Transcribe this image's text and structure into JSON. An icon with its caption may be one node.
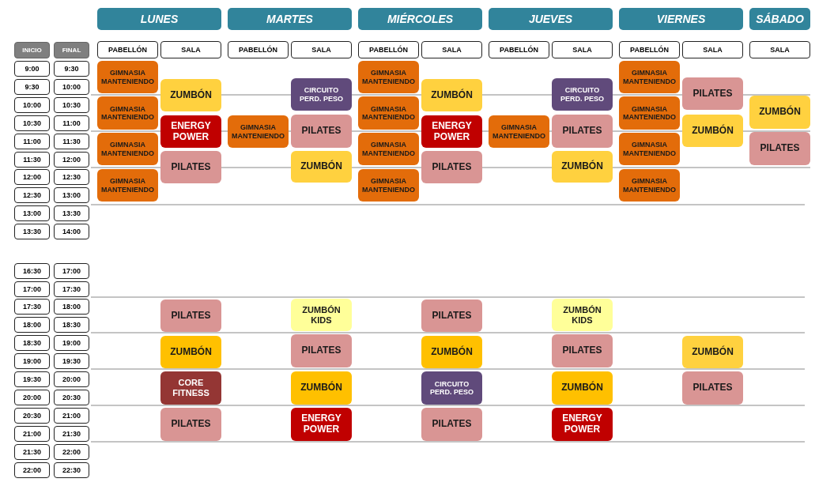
{
  "diagram": {
    "nodes": [
      {
        "text": [
          "LUNES"
        ]
      },
      {
        "text": [
          "MARTES"
        ]
      },
      {
        "text": [
          "MIÉRCOLES"
        ]
      },
      {
        "text": [
          "JUEVES"
        ]
      },
      {
        "text": [
          "VIERNES"
        ]
      },
      {
        "text": [
          "SÁBADO"
        ]
      },
      {
        "text": [
          "INICIO"
        ]
      },
      {
        "text": [
          "FINAL"
        ]
      },
      {
        "text": [
          "PABELLÓN"
        ]
      },
      {
        "text": [
          "SALA"
        ]
      },
      {
        "text": [
          "PABELLÓN"
        ]
      },
      {
        "text": [
          "SALA"
        ]
      },
      {
        "text": [
          "PABELLÓN"
        ]
      },
      {
        "text": [
          "SALA"
        ]
      },
      {
        "text": [
          "PABELLÓN"
        ]
      },
      {
        "text": [
          "SALA"
        ]
      },
      {
        "text": [
          "PABELLÓN"
        ]
      },
      {
        "text": [
          "SALA"
        ]
      },
      {
        "text": [
          "SALA"
        ]
      },
      {
        "text": [
          "9:00"
        ]
      },
      {
        "text": [
          "9:30"
        ]
      },
      {
        "text": [
          "9:30"
        ]
      },
      {
        "text": [
          "10:00"
        ]
      },
      {
        "text": [
          "10:00"
        ]
      },
      {
        "text": [
          "10:30"
        ]
      },
      {
        "text": [
          "10:30"
        ]
      },
      {
        "text": [
          "11:00"
        ]
      },
      {
        "text": [
          "11:00"
        ]
      },
      {
        "text": [
          "11:30"
        ]
      },
      {
        "text": [
          "11:30"
        ]
      },
      {
        "text": [
          "12:00"
        ]
      },
      {
        "text": [
          "12:00"
        ]
      },
      {
        "text": [
          "12:30"
        ]
      },
      {
        "text": [
          "12:30"
        ]
      },
      {
        "text": [
          "13:00"
        ]
      },
      {
        "text": [
          "13:00"
        ]
      },
      {
        "text": [
          "13:30"
        ]
      },
      {
        "text": [
          "13:30"
        ]
      },
      {
        "text": [
          "14:00"
        ]
      },
      {
        "text": [
          "16:30"
        ]
      },
      {
        "text": [
          "17:00"
        ]
      },
      {
        "text": [
          "17:00"
        ]
      },
      {
        "text": [
          "17:30"
        ]
      },
      {
        "text": [
          "17:30"
        ]
      },
      {
        "text": [
          "18:00"
        ]
      },
      {
        "text": [
          "18:00"
        ]
      },
      {
        "text": [
          "18:30"
        ]
      },
      {
        "text": [
          "18:30"
        ]
      },
      {
        "text": [
          "19:00"
        ]
      },
      {
        "text": [
          "19:00"
        ]
      },
      {
        "text": [
          "19:30"
        ]
      },
      {
        "text": [
          "19:30"
        ]
      },
      {
        "text": [
          "20:00"
        ]
      },
      {
        "text": [
          "20:00"
        ]
      },
      {
        "text": [
          "20:30"
        ]
      },
      {
        "text": [
          "20:30"
        ]
      },
      {
        "text": [
          "21:00"
        ]
      },
      {
        "text": [
          "21:00"
        ]
      },
      {
        "text": [
          "21:30"
        ]
      },
      {
        "text": [
          "21:30"
        ]
      },
      {
        "text": [
          "22:00"
        ]
      },
      {
        "text": [
          "22:00"
        ]
      },
      {
        "text": [
          "22:30"
        ]
      },
      {
        "text": [
          "GIMNASIA MANTENIENDO"
        ]
      },
      {
        "text": [
          "GIMNASIA MANTENIENDO"
        ]
      },
      {
        "text": [
          "GIMNASIA MANTENIENDO"
        ]
      },
      {
        "text": [
          "GIMNASIA MANTENIENDO"
        ]
      },
      {
        "text": [
          "ZUMBÓN"
        ]
      },
      {
        "text": [
          "ENERGY POWER"
        ]
      },
      {
        "text": [
          "PILATES"
        ]
      },
      {
        "text": [
          "PILATES"
        ]
      },
      {
        "text": [
          "ZUMBÓN"
        ]
      },
      {
        "text": [
          "CORE FITNESS"
        ]
      },
      {
        "text": [
          "PILATES"
        ]
      },
      {
        "text": [
          "GIMNASIA MANTENIENDO"
        ]
      },
      {
        "text": [
          "CIRCUITO PERD. PESO"
        ]
      },
      {
        "text": [
          "PILATES"
        ]
      },
      {
        "text": [
          "ZUMBÓN"
        ]
      },
      {
        "text": [
          "ZUMBÓN KIDS"
        ]
      },
      {
        "text": [
          "PILATES"
        ]
      },
      {
        "text": [
          "ZUMBÓN"
        ]
      },
      {
        "text": [
          "ENERGY POWER"
        ]
      },
      {
        "text": [
          "GIMNASIA MANTENIENDO"
        ]
      },
      {
        "text": [
          "GIMNASIA MANTENIENDO"
        ]
      },
      {
        "text": [
          "GIMNASIA MANTENIENDO"
        ]
      },
      {
        "text": [
          "GIMNASIA MANTENIENDO"
        ]
      },
      {
        "text": [
          "ZUMBÓN"
        ]
      },
      {
        "text": [
          "ENERGY POWER"
        ]
      },
      {
        "text": [
          "PILATES"
        ]
      },
      {
        "text": [
          "PILATES"
        ]
      },
      {
        "text": [
          "ZUMBÓN"
        ]
      },
      {
        "text": [
          "CIRCUITO PERD. PESO"
        ]
      },
      {
        "text": [
          "PILATES"
        ]
      },
      {
        "text": [
          "GIMNASIA MANTENIENDO"
        ]
      },
      {
        "text": [
          "CIRCUITO PERD. PESO"
        ]
      },
      {
        "text": [
          "PILATES"
        ]
      },
      {
        "text": [
          "ZUMBÓN"
        ]
      },
      {
        "text": [
          "ZUMBÓN KIDS"
        ]
      },
      {
        "text": [
          "PILATES"
        ]
      },
      {
        "text": [
          "ZUMBÓN"
        ]
      },
      {
        "text": [
          "ENERGY POWER"
        ]
      },
      {
        "text": [
          "GIMNASIA MANTENIENDO"
        ]
      },
      {
        "text": [
          "GIMNASIA MANTENIENDO"
        ]
      },
      {
        "text": [
          "GIMNASIA MANTENIENDO"
        ]
      },
      {
        "text": [
          "GIMNASIA MANTENIENDO"
        ]
      },
      {
        "text": [
          "PILATES"
        ]
      },
      {
        "text": [
          "ZUMBÓN"
        ]
      },
      {
        "text": [
          "ZUMBÓN"
        ]
      },
      {
        "text": [
          "PILATES"
        ]
      },
      {
        "text": [
          "ZUMBÓN"
        ]
      },
      {
        "text": [
          "PILATES"
        ]
      }
    ]
  }
}
